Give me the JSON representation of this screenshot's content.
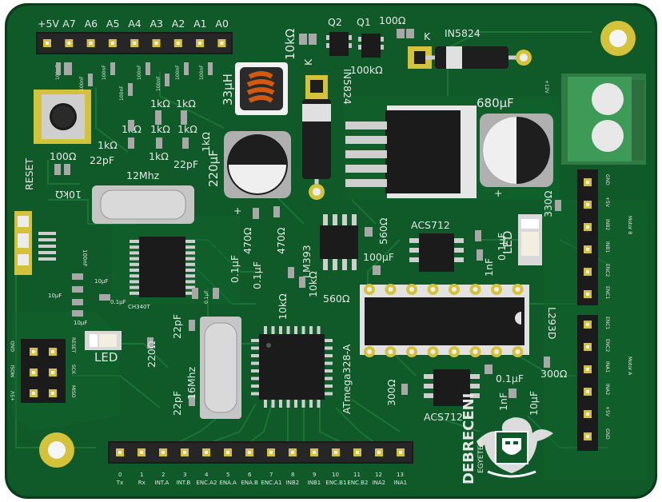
{
  "board": {
    "colors": {
      "edge": "#0a3d1a",
      "board": "#0f5a28",
      "copper_fill": "#126a2f",
      "trace": "#1c7a3a",
      "silk": "#e6e6e6",
      "pad": "#c9c9c9",
      "gold": "#d4c33a",
      "chip": "#1b1b1b"
    },
    "top_header_labels": [
      "+5V",
      "A7",
      "A6",
      "A5",
      "A4",
      "A3",
      "A2",
      "A1",
      "A0"
    ],
    "bottom_header_numbers": [
      "0",
      "1",
      "2",
      "3",
      "4",
      "5",
      "6",
      "7",
      "8",
      "9",
      "10",
      "11",
      "12",
      "13"
    ],
    "bottom_header_names": [
      "Tx",
      "Rx",
      "INT.A",
      "INT.B",
      "ENC.A2",
      "ENA.A",
      "ENA.B",
      "ENC.A1",
      "INB2",
      "INB1",
      "ENC.B1",
      "ENC.B2",
      "INA2",
      "INA1"
    ],
    "icsp_labels": [
      "GND",
      "MOSI",
      "SCK",
      "RESET",
      "MISO",
      "+5V"
    ],
    "motor_b_labels": [
      "GND",
      "+5V",
      "INB2",
      "INB1",
      "ENC2",
      "ENC1"
    ],
    "motor_b_title": "Motor B",
    "motor_a_labels": [
      "ENC1",
      "ENC2",
      "INA1",
      "INA2",
      "+5V",
      "GND"
    ],
    "motor_a_title": "Motor A",
    "power_label": "+12V",
    "components": {
      "q2": "Q2",
      "q1": "Q1",
      "r100_top": "100Ω",
      "r10k_top": "10kΩ",
      "k1": "K",
      "k2": "K",
      "diode_top": "IN5824",
      "diode_vertical": "IN5824",
      "r100k": "100kΩ",
      "inductor": "33μH",
      "cap680": "680μF",
      "cap220": "220μF",
      "plus1": "+",
      "plus2": "+",
      "reset": "RESET",
      "r100_left": "100Ω",
      "r10k_left": "10kΩ",
      "cap22a": "22pF",
      "cap22b": "22pF",
      "xtal12": "12Mhz",
      "r1k": [
        "1kΩ",
        "1kΩ",
        "1kΩ",
        "1kΩ",
        "1kΩ",
        "1kΩ",
        "1kΩ",
        "1kΩ"
      ],
      "cap100nf": [
        "100nF",
        "100nF",
        "100nF",
        "100nF",
        "100nF",
        "100nF",
        "100nF",
        "100nF"
      ],
      "r330": "330Ω",
      "led_right": "LED",
      "acs_top": "ACS712",
      "r560a": "560Ω",
      "r560b": "560Ω",
      "cap100u": "100μF",
      "cap1n_top": "1nF",
      "cap01_top": "0.1μF",
      "r470a": "470Ω",
      "r470b": "470Ω",
      "cap01a": "0.1μF",
      "cap01b": "0.1μF",
      "lm393": "LM393",
      "r10k_mid": "10kΩ",
      "r10k_mid2": "10kΩ",
      "l293d": "L293D",
      "ch340": "CH340T",
      "cap10u_a": "10μF",
      "cap10u_b": "10μF",
      "cap10u_c": "10μF",
      "cap01_small": "0.1μF",
      "cap01_tiny": "0.1μF",
      "cap100_small": "100nF",
      "led_left": "LED",
      "r220": "220Ω",
      "cap22c": "22pF",
      "cap22d": "22pF",
      "xtal16": "16Mhz",
      "atmega": "ATmega328-A",
      "r300a": "300Ω",
      "r300b": "300Ω",
      "acs_bottom": "ACS712",
      "cap1n_bot": "1nF",
      "cap01_bot": "0.1μF",
      "cap10u_bot": "10μF"
    },
    "logo": {
      "line1": "DEBRECENI",
      "line2": "EGYETEM"
    }
  }
}
